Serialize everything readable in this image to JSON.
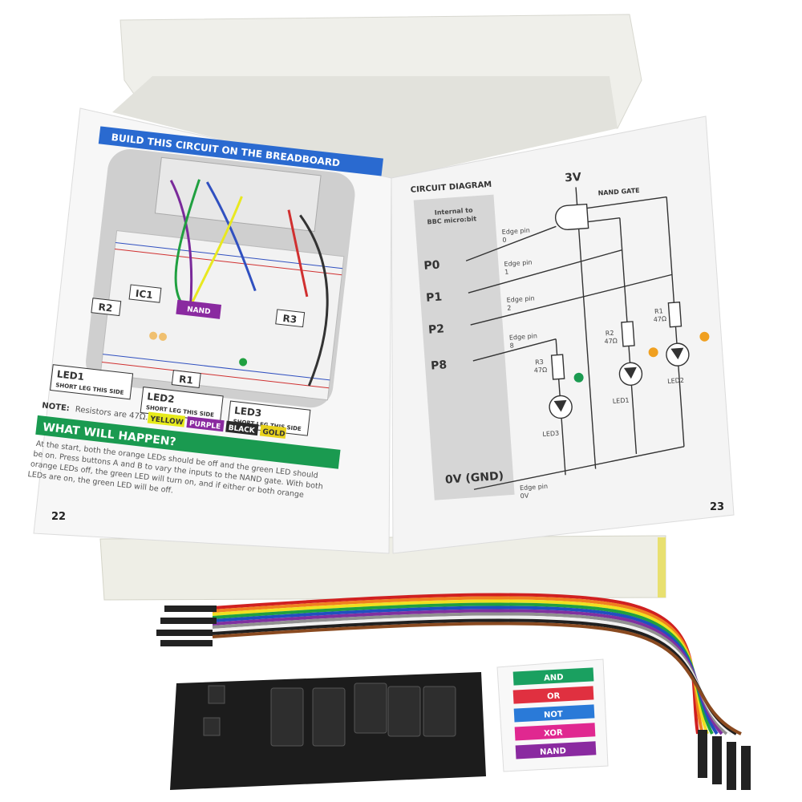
{
  "left_page": {
    "header": "BUILD THIS CIRCUIT ON THE BREADBOARD",
    "labels": {
      "ic1": "IC1",
      "nand": "NAND",
      "r1": "R1",
      "r2": "R2",
      "r3": "R3",
      "led1": "LED1",
      "led2": "LED2",
      "led3": "LED3",
      "short_leg": "SHORT LEG THIS SIDE"
    },
    "note_label": "NOTE:",
    "note_text": "Resistors are 47Ω.",
    "color_bands": [
      {
        "label": "YELLOW",
        "color": "#e6ea1a"
      },
      {
        "label": "PURPLE",
        "color": "#8a2aa0"
      },
      {
        "label": "BLACK",
        "color": "#2a2a2a"
      },
      {
        "label": "GOLD",
        "color": "#e8d21c"
      }
    ],
    "section_title": "WHAT WILL HAPPEN?",
    "body_lines": [
      "At the start, both the orange LEDs should be off and the green LED should",
      "be on. Press buttons A and B to vary the inputs to the NAND gate. With both",
      "orange LEDs off, the green LED will turn on, and if either or both orange",
      "LEDs are on, the green LED will be off."
    ],
    "page_number": "22",
    "header_color": "#2a6ad0",
    "section_color": "#1a9a50"
  },
  "right_page": {
    "title": "CIRCUIT DIAGRAM",
    "internal_label_1": "Internal to",
    "internal_label_2": "BBC micro:bit",
    "supply": "3V",
    "gate_label": "NAND GATE",
    "pins": [
      "P0",
      "P1",
      "P2",
      "P8"
    ],
    "edge_pins": [
      {
        "l1": "Edge pin",
        "l2": "0"
      },
      {
        "l1": "Edge pin",
        "l2": "1"
      },
      {
        "l1": "Edge pin",
        "l2": "2"
      },
      {
        "l1": "Edge pin",
        "l2": "8"
      },
      {
        "l1": "Edge pin",
        "l2": "0V"
      }
    ],
    "ground": "0V (GND)",
    "resistors": [
      {
        "name": "R3",
        "value": "47Ω"
      },
      {
        "name": "R2",
        "value": "47Ω"
      },
      {
        "name": "R1",
        "value": "47Ω"
      }
    ],
    "leds": [
      "LED3",
      "LED1",
      "LED2"
    ],
    "led_colors": [
      "#1a9a50",
      "#f0a020",
      "#f0a020"
    ],
    "page_number": "23"
  },
  "label_sheet": {
    "labels": [
      {
        "text": "AND",
        "color": "#1aa060"
      },
      {
        "text": "OR",
        "color": "#e03040"
      },
      {
        "text": "NOT",
        "color": "#2a7ad8"
      },
      {
        "text": "XOR",
        "color": "#e02890"
      },
      {
        "text": "NAND",
        "color": "#8a2aa0"
      }
    ]
  },
  "ribbon_colors": [
    "#d02020",
    "#f08020",
    "#f0e020",
    "#20a040",
    "#2050c0",
    "#8030a0",
    "#909090",
    "#f0f0f0",
    "#202020",
    "#8a4a20"
  ]
}
